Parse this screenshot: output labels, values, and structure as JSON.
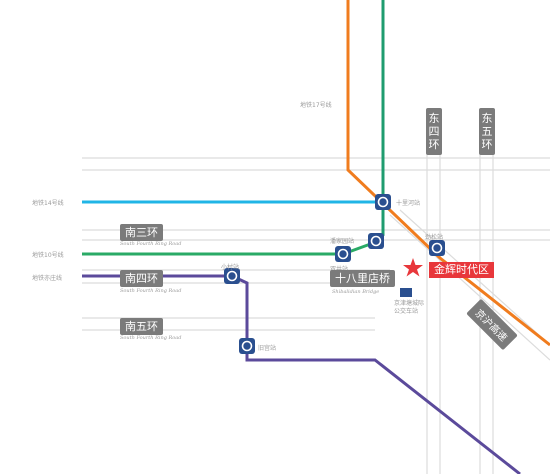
{
  "lines": {
    "line17": "地铁17号线",
    "line14": "地铁14号线",
    "line10": "地铁10号线",
    "yizhuang": "地铁亦庄线"
  },
  "stations": {
    "shilihe": "十里河站",
    "panjiayuan": "潘家园站",
    "jinsong": "劲松站",
    "chaoyangdongdong": "双井站",
    "shibalidian_cn": "十八里店桥",
    "shibalidian_en": "Shibalidian Bridge",
    "xiaocun": "小村站",
    "shilihe2": "旧宫站",
    "bus_station": "京津塘城际公交车站",
    "station_17a": "十里河站"
  },
  "roads": {
    "south_third": "南三环",
    "south_fourth": "南四环",
    "south_fifth": "南五环",
    "south_fourth_en1": "South Fourth Ring Road",
    "south_fourth_en2": "South Fourth Ring Road",
    "south_fourth_en3": "South Fourth Ring Road",
    "east_fourth": "东四环",
    "east_fifth": "东五环",
    "expressway": "京沪高速"
  },
  "landmark": {
    "name": "金辉时代区"
  },
  "colors": {
    "line17": "#1f9c6f",
    "line14": "#20b5e6",
    "line10": "#2aaa66",
    "yizhuang": "#5b4a9b",
    "orange": "#f07c1e",
    "road": "#d8d8d8",
    "star": "#e8373b"
  }
}
